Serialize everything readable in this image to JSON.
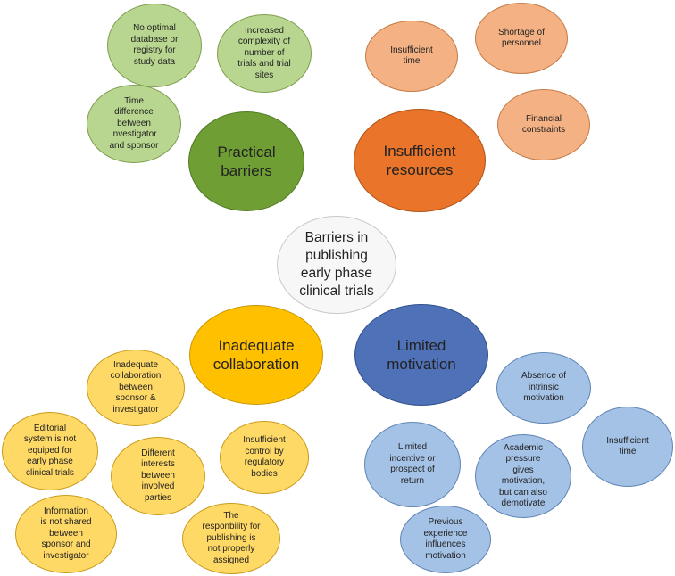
{
  "center": "Barriers in\npublishing\nearly phase\nclinical trials",
  "practical": {
    "title": "Practical\nbarriers",
    "items": [
      "No optimal\ndatabase or\nregistry for\nstudy data",
      "Increased\ncomplexity of\nnumber of\ntrials and trial\nsites",
      "Time\ndifference\nbetween\ninvestigator\nand sponsor"
    ]
  },
  "resources": {
    "title": "Insufficient\nresources",
    "items": [
      "Insufficient\ntime",
      "Shortage of\npersonnel",
      "Financial\nconstraints"
    ]
  },
  "collaboration": {
    "title": "Inadequate\ncollaboration",
    "items": [
      "Inadequate\ncollaboration\nbetween\nsponsor &\ninvestigator",
      "Editorial\nsystem is not\nequiped for\nearly phase\nclinical trials",
      "Different\ninterests\nbetween\ninvolved\nparties",
      "Insufficient\ncontrol by\nregulatory\nbodies",
      "Information\nis not shared\nbetween\nsponsor and\ninvestigator",
      "The\nresponbility for\npublishing is\nnot properly\nassigned"
    ]
  },
  "motivation": {
    "title": "Limited\nmotivation",
    "items": [
      "Absence of\nintrinsic\nmotivation",
      "Insufficient\ntime",
      "Limited\nincentive or\nprospect of\nreturn",
      "Academic\npressure\ngives\nmotivation,\nbut can also\ndemotivate",
      "Previous\nexperience\ninfluences\nmotivation"
    ]
  },
  "colors": {
    "green_light": "#b8d68f",
    "green_dark": "#6f9e34",
    "orange_light": "#f4b183",
    "orange_dark": "#e9742a",
    "yellow_light": "#ffd966",
    "yellow_dark": "#ffc000",
    "blue_light": "#a4c2e6",
    "blue_dark": "#4f71b8",
    "center": "#f7f7f7"
  }
}
